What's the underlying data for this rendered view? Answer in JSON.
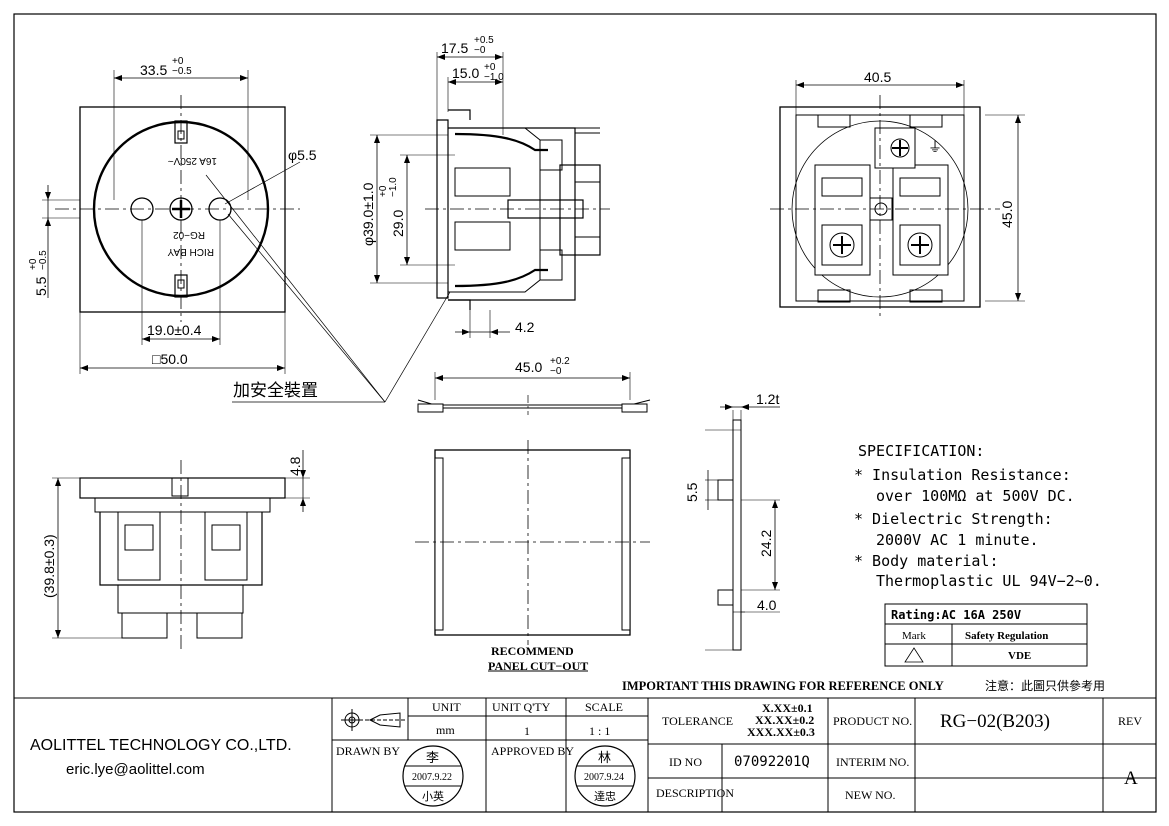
{
  "front_view": {
    "dim_width": "33.5",
    "dim_width_tol_plus": "+0",
    "dim_width_tol_minus": "−0.5",
    "dim_hole_dia": "φ5.5",
    "dim_pitch": "19.0±0.4",
    "dim_square": "□50.0",
    "dim_vert": "5.5",
    "dim_vert_tol_plus": "+0",
    "dim_vert_tol_minus": "−0.5",
    "face_text_1": "16A 250V~",
    "face_text_2": "RG−02",
    "face_text_3": "RICH BAY"
  },
  "safety_label": "加安全裝置",
  "side_view": {
    "dim_depth": "17.5",
    "dim_depth_tol_plus": "+0.5",
    "dim_depth_tol_minus": "−0",
    "dim_inner": "15.0",
    "dim_inner_tol_plus": "+0",
    "dim_inner_tol_minus": "−1.0",
    "dim_dia": "φ39.0±1.0",
    "dim_29": "29.0",
    "dim_29_tol_plus": "+0",
    "dim_29_tol_minus": "−1.0",
    "dim_42": "4.2"
  },
  "rear_view": {
    "dim_width": "40.5",
    "dim_height": "45.0",
    "ground_symbol": "⏚"
  },
  "bottom_view": {
    "dim_48": "4.8",
    "dim_398": "(39.8±0.3)"
  },
  "cutout": {
    "dim_width": "45.0",
    "dim_width_tol_plus": "+0.2",
    "dim_width_tol_minus": "−0",
    "label_1": "RECOMMEND",
    "label_2": "PANEL CUT−OUT"
  },
  "section": {
    "dim_12t": "1.2t",
    "dim_55": "5.5",
    "dim_242": "24.2",
    "dim_40": "4.0"
  },
  "specification": {
    "title": "SPECIFICATION:",
    "lines": [
      "* Insulation Resistance:",
      "over 100MΩ at 500V DC.",
      "* Dielectric Strength:",
      "2000V AC 1 minute.",
      "* Body material:",
      "Thermoplastic UL 94V−2∼0."
    ]
  },
  "rating": {
    "title": "Rating:AC  16A  250V",
    "col_mark": "Mark",
    "col_reg": "Safety Regulation",
    "reg_value": "VDE",
    "mark_symbol": "VDE-mark"
  },
  "notice": {
    "english": "IMPORTANT THIS DRAWING FOR REFERENCE ONLY",
    "chinese": "注意：此圖只供參考用"
  },
  "title_block": {
    "company": "AOLITTEL TECHNOLOGY CO.,LTD.",
    "email": "eric.lye@aolittel.com",
    "unit_label": "UNIT",
    "unit_value": "mm",
    "qty_label": "UNIT  Q'TY",
    "qty_value": "1",
    "scale_label": "SCALE",
    "scale_value": "1 : 1",
    "drawn_by_label": "DRAWN BY",
    "drawn_seal_top": "李",
    "drawn_seal_date": "2007.9.22",
    "drawn_seal_bottom": "小英",
    "approved_by_label": "APPROVED BY",
    "approved_seal_top": "林",
    "approved_seal_date": "2007.9.24",
    "approved_seal_bottom": "達忠",
    "tolerance_label": "TOLERANCE",
    "tol_1": "X.XX±0.1",
    "tol_2": "XX.XX±0.2",
    "tol_3": "XXX.XX±0.3",
    "product_no_label": "PRODUCT NO.",
    "product_no": "RG−02(B203)",
    "rev_label": "REV",
    "id_no_label": "ID NO",
    "id_no": "07092201Q",
    "interim_label": "INTERIM NO.",
    "description_label": "DESCRIPTION",
    "new_no_label": "NEW  NO.",
    "rev_value": "A"
  }
}
